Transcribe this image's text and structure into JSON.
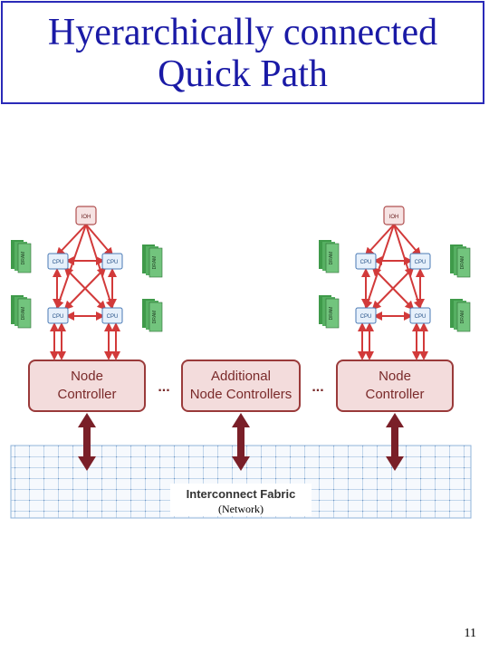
{
  "slide": {
    "title_line1": "Hyerarchically connected",
    "title_line2": "Quick Path",
    "page_number": "11"
  },
  "diagram": {
    "ioh_label": "IOH",
    "cpu_label": "CPU",
    "dram_label": "DRAM",
    "node_controller_label": [
      "Node",
      "Controller"
    ],
    "additional_label": [
      "Additional",
      "Node Controllers"
    ],
    "ellipsis": "...",
    "fabric_label": "Interconnect Fabric",
    "network_label": "(Network)",
    "colors": {
      "link_red": "#d23a3a",
      "controller_fill": "#f3dcdc",
      "controller_border": "#9a3a3a",
      "arrow_dark": "#7a1f28",
      "grid_blue": "#8fb3d9",
      "dram_green": "#3f9a4a",
      "title_blue": "#1a1aa6"
    }
  }
}
